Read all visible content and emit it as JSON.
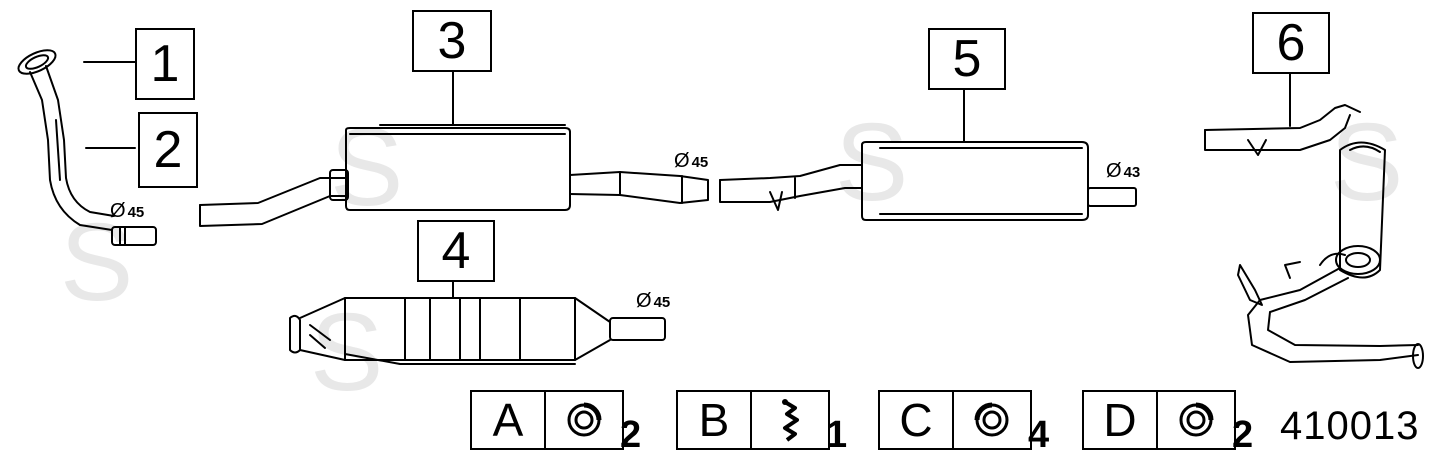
{
  "parts": [
    {
      "number": "1"
    },
    {
      "number": "2"
    },
    {
      "number": "3"
    },
    {
      "number": "4"
    },
    {
      "number": "5"
    },
    {
      "number": "6"
    }
  ],
  "diameters": {
    "front_pipe": "45",
    "part3_outlet": "45",
    "part4_outlet": "45",
    "part5_outlet": "43",
    "symbol": "Ø"
  },
  "legend": [
    {
      "letter": "A",
      "icon": "ring-gasket-icon",
      "quantity": "2"
    },
    {
      "letter": "B",
      "icon": "clamp-icon",
      "quantity": "1"
    },
    {
      "letter": "C",
      "icon": "ring-gasket-icon",
      "quantity": "4"
    },
    {
      "letter": "D",
      "icon": "ring-gasket-icon",
      "quantity": "2"
    }
  ],
  "reference_number": "410013",
  "watermark_glyph": "S",
  "colors": {
    "line": "#000000",
    "background": "#ffffff",
    "watermark": "#e6e6e6"
  }
}
